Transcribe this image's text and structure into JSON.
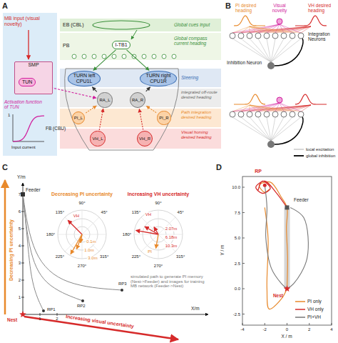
{
  "diagram": {
    "nodes": [
      {
        "text": [
          "SMP"
        ]
      },
      {
        "text": [
          "TUN"
        ],
        "in": 0
      },
      {
        "text": [
          "I-TB1"
        ]
      },
      {
        "text": [
          "TURN left",
          "CPU1L"
        ]
      },
      {
        "text": [
          "TURN right",
          "CPU1R"
        ]
      },
      {
        "text": [
          "RA_L"
        ]
      },
      {
        "text": [
          "RA_R"
        ]
      },
      {
        "text": [
          "PI_L"
        ]
      },
      {
        "text": [
          "PI_R"
        ]
      },
      {
        "text": [
          "VH_L"
        ]
      },
      {
        "text": [
          "VH_R"
        ]
      }
    ],
    "edges": [
      {
        "from": 2,
        "to": 3,
        "arrow": "to"
      },
      {
        "from": 2,
        "to": 4,
        "arrow": "to"
      },
      {
        "from": 1,
        "to": 5,
        "arrow": "to"
      },
      {
        "from": 5,
        "to": 3,
        "arrow": "to"
      },
      {
        "from": 6,
        "to": 4,
        "arrow": "to"
      },
      {
        "from": 7,
        "to": 5,
        "arrow": "to"
      },
      {
        "from": 8,
        "to": 6,
        "arrow": "to"
      },
      {
        "from": 9,
        "to": 5,
        "arrow": "to"
      },
      {
        "from": 10,
        "to": 6,
        "arrow": "to"
      }
    ],
    "labels": [
      "A",
      "MB input (visual novelty)",
      "Activation function of TUN",
      "1",
      "Input current",
      "FB (CBU)",
      "EB (CBL)",
      "Global cues input",
      "PB",
      "Global compass current heading",
      "Steering",
      "integrated off-route desired heading",
      "Path integration desired heading",
      "Visual homing desired heading",
      "B",
      "PI desired heading",
      "Visual novelty",
      "VH desired heading",
      "Integration Neurons",
      "Inhibition Neuron",
      "C",
      "Y/m",
      "X/m",
      "Feeder",
      "Nest",
      "Decreasing PI uncertainty",
      "Increasing visual uncertainty",
      "1",
      "2",
      "3",
      "4",
      "5",
      "6",
      "7",
      "1",
      "2",
      "RP1",
      "RP2",
      "RP3",
      "Decreasing PI uncertainty",
      "Increasing VH uncertainty",
      "135°",
      "90°",
      "45°",
      "180°",
      "225°",
      "270°",
      "315°",
      "135°",
      "90°",
      "45°",
      "180°",
      "225°",
      "270°",
      "315°",
      "VH",
      "0.1m",
      "1.0m",
      "3.0m",
      "VH",
      "2.07m",
      "6.18m",
      "10.3m",
      "PI",
      "simulated path to generate PI memory (Nest->Feeder) and images for training MB network (Feeder->Nest)",
      "D",
      "Y / m",
      "X / m",
      "10.0",
      "7.5",
      "5.0",
      "2.5",
      "0.0",
      "-2.5",
      "-4",
      "-2",
      "0",
      "2",
      "4",
      "RP",
      "Feeder",
      "Nest"
    ],
    "legend": [
      {
        "text": "local excitation"
      },
      {
        "text": "global inhibition"
      },
      {
        "text": "PI only"
      },
      {
        "text": "VH only"
      },
      {
        "text": "PI+VH"
      }
    ]
  }
}
